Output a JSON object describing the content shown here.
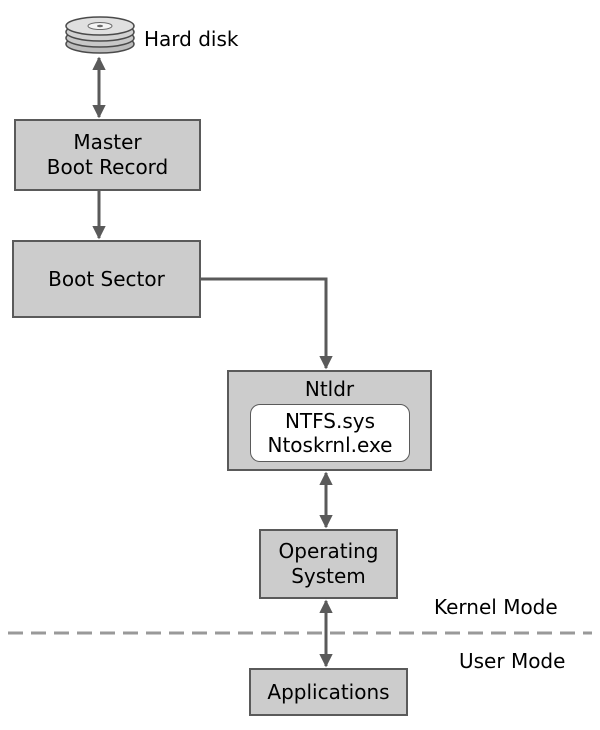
{
  "hard_disk": {
    "label": "Hard disk"
  },
  "mbr": {
    "line1": "Master",
    "line2": "Boot Record"
  },
  "boot_sector": {
    "label": "Boot Sector"
  },
  "ntldr": {
    "title": "Ntldr",
    "files": [
      "NTFS.sys",
      "Ntoskrnl.exe"
    ]
  },
  "operating_system": {
    "line1": "Operating",
    "line2": "System"
  },
  "applications": {
    "label": "Applications"
  },
  "modes": {
    "kernel": "Kernel Mode",
    "user": "User Mode"
  },
  "colors": {
    "box_fill": "#cccccc",
    "box_border": "#5a5a5a",
    "arrow": "#5a5a5a",
    "divider": "#999999",
    "inner_fill": "#ffffff"
  }
}
